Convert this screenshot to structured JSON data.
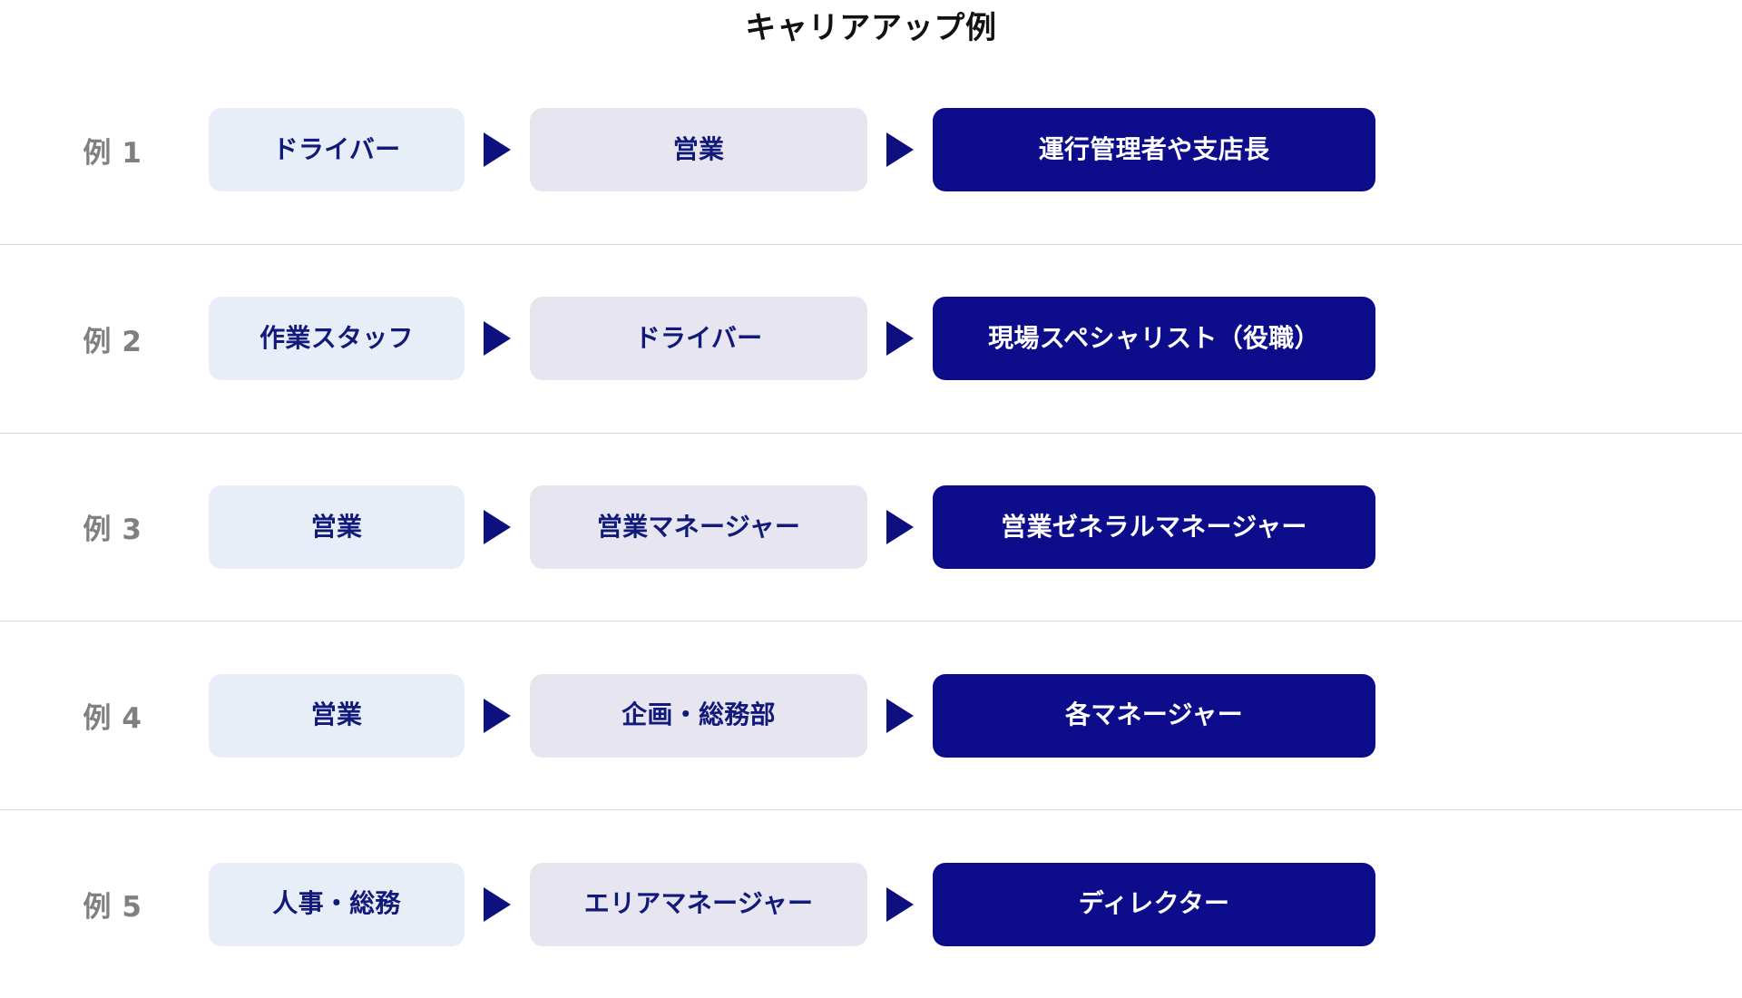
{
  "title": "キャリアアップ例",
  "colors": {
    "background": "#ffffff",
    "title_text": "#121212",
    "row_label_text": "#808080",
    "stage1_bg": "#e8eef8",
    "stage2_bg": "#e6e5f0",
    "stage3_bg": "#0d0d8c",
    "stage_text_dark": "#111a7a",
    "stage_text_light": "#ffffff",
    "arrow": "#0d1180",
    "divider": "#d8d8d8"
  },
  "rows": [
    {
      "label": "例 1",
      "stage1": "ドライバー",
      "arrow1": "triangle-right-icon",
      "stage2": "営業",
      "arrow2": "triangle-right-icon",
      "stage3": "運行管理者や支店長"
    },
    {
      "label": "例 2",
      "stage1": "作業スタッフ",
      "arrow1": "triangle-right-icon",
      "stage2": "ドライバー",
      "arrow2": "triangle-right-icon",
      "stage3": "現場スペシャリスト（役職）"
    },
    {
      "label": "例 3",
      "stage1": "営業",
      "arrow1": "triangle-right-icon",
      "stage2": "営業マネージャー",
      "arrow2": "triangle-right-icon",
      "stage3": "営業ゼネラルマネージャー"
    },
    {
      "label": "例 4",
      "stage1": "営業",
      "arrow1": "triangle-right-icon",
      "stage2": "企画・総務部",
      "arrow2": "triangle-right-icon",
      "stage3": "各マネージャー"
    },
    {
      "label": "例 5",
      "stage1": "人事・総務",
      "arrow1": "triangle-right-icon",
      "stage2": "エリアマネージャー",
      "arrow2": "triangle-right-icon",
      "stage3": "ディレクター"
    }
  ]
}
